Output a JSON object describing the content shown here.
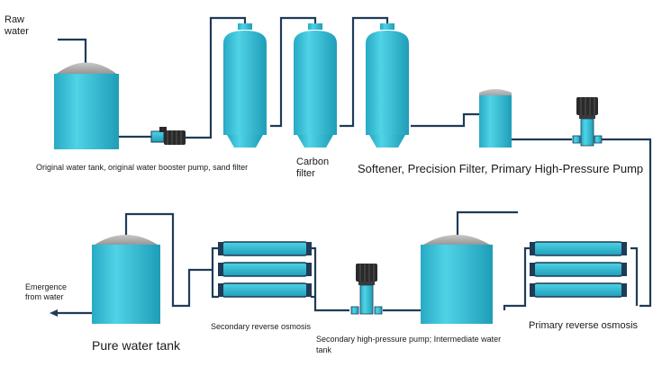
{
  "colors": {
    "pipe": "#1f3b57",
    "vessel": "#3ec6dc",
    "vessel_dark": "#22a4bf",
    "dome": "#a8a8a8",
    "motor": "#2a2a2a"
  },
  "labels": {
    "raw_water": "Raw\nwater",
    "stage1": "Original water tank, original water booster pump, sand filter",
    "carbon_filter": "Carbon\nfilter",
    "stage2": "Softener, Precision Filter, Primary High-Pressure Pump",
    "emergence": "Emergence\nfrom water",
    "pure_tank": "Pure water tank",
    "secondary_ro": "Secondary reverse osmosis",
    "stage_mid": "Secondary high-pressure pump; Intermediate water\ntank",
    "primary_ro": "Primary reverse osmosis"
  }
}
